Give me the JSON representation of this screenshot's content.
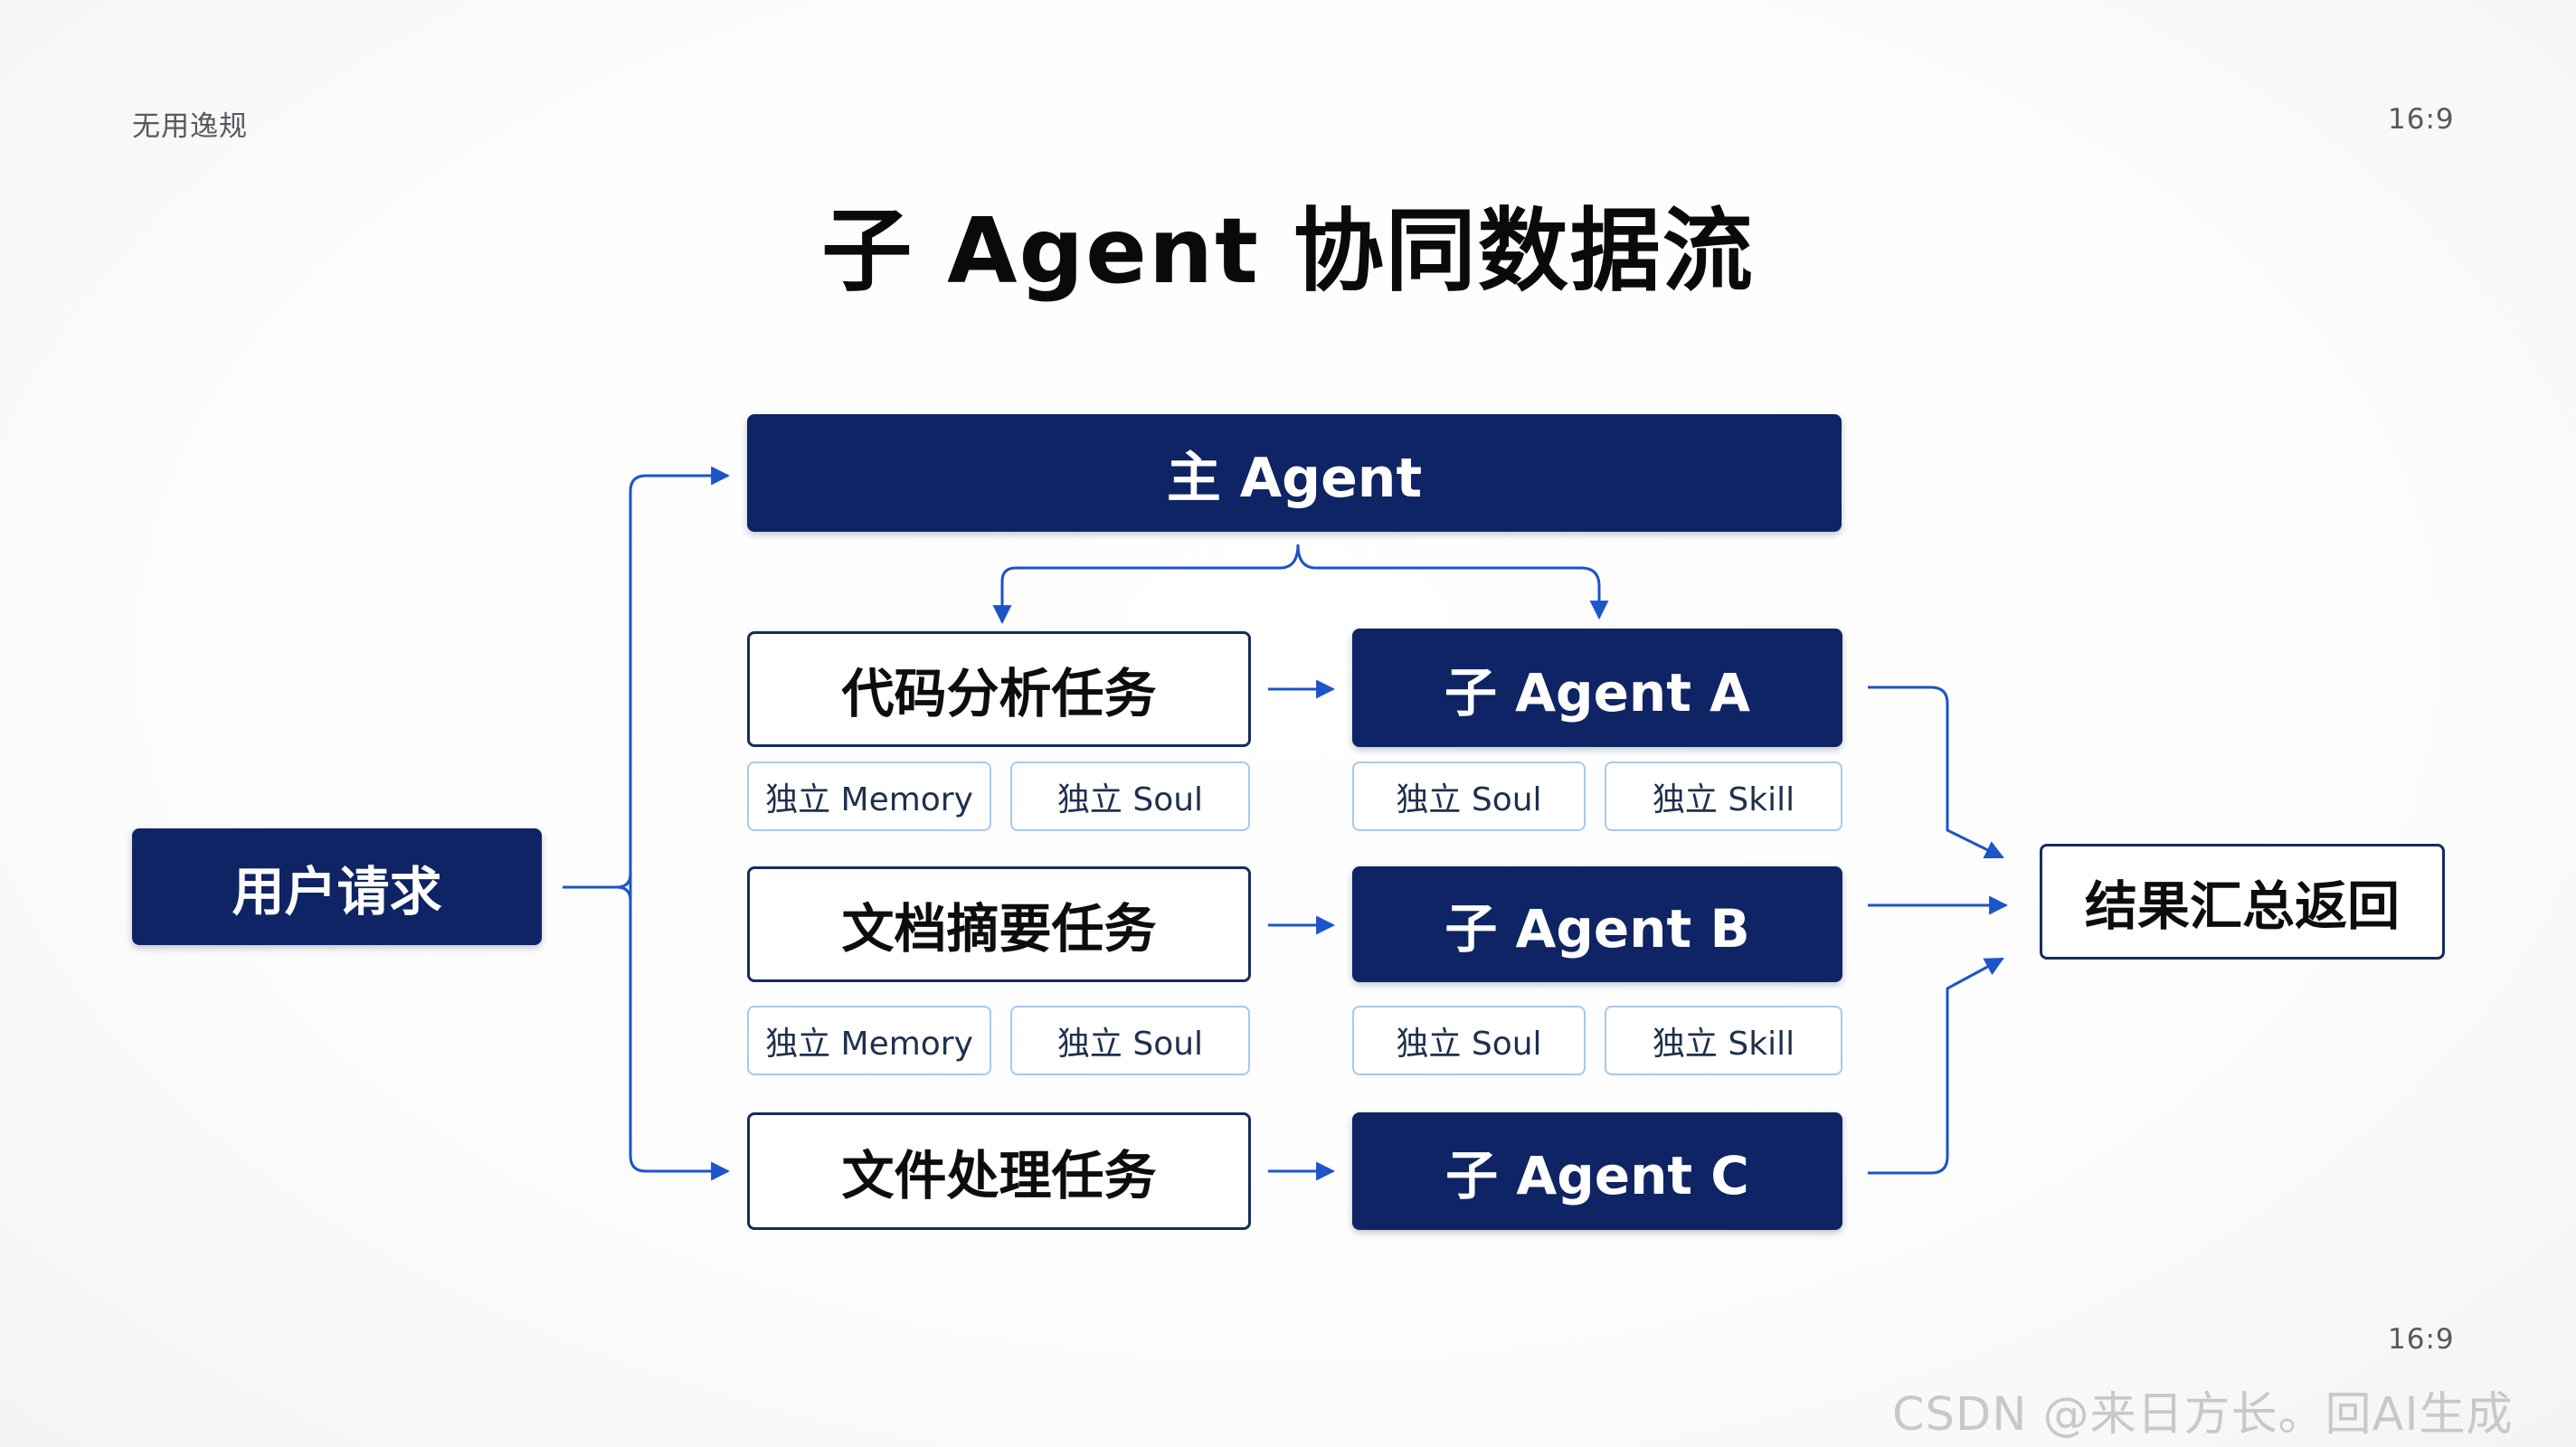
{
  "corner": {
    "top_left": "无用逸规",
    "top_right": "16:9",
    "bottom_right": "16:9"
  },
  "title": "子 Agent 协同数据流",
  "nodes": {
    "main_agent": "主 Agent",
    "user_request": "用户请求",
    "result_summary": "结果汇总返回",
    "tasks": [
      "代码分析任务",
      "文档摘要任务",
      "文件处理任务"
    ],
    "agents": [
      "子 Agent A",
      "子 Agent B",
      "子 Agent C"
    ]
  },
  "chips": {
    "task_1": [
      "独立 Memory",
      "独立 Soul"
    ],
    "agent_a": [
      "独立 Soul",
      "独立 Skill"
    ],
    "task_2": [
      "独立 Memory",
      "独立 Soul"
    ],
    "agent_b": [
      "独立 Soul",
      "独立 Skill"
    ]
  },
  "colors": {
    "navy": "#0f2464",
    "arrow": "#1c54c9",
    "chip_border": "#a9c8ec"
  },
  "watermark": "CSDN @来日方长。回AI生成"
}
